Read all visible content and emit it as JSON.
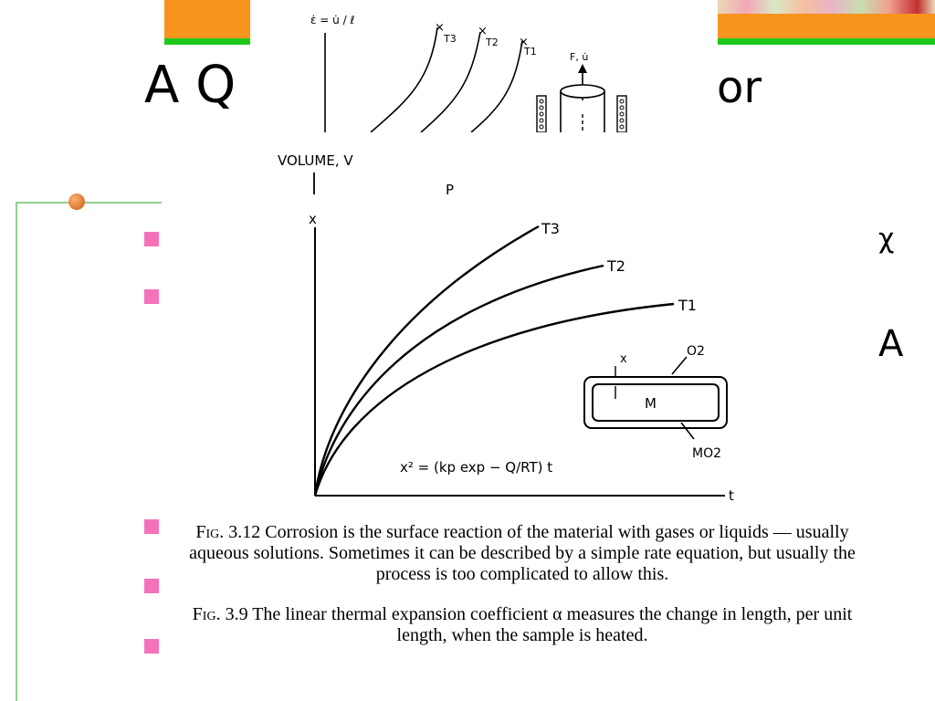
{
  "slide": {
    "title_left_fragment": "A Q",
    "title_right_fragment": "or",
    "text_fragment_chi": "χ",
    "text_fragment_a": "A"
  },
  "figure_top": {
    "strain_rate_label": "ε̇ = u̇ / ℓ",
    "curve_labels": [
      "T3",
      "T2",
      "T1"
    ],
    "force_label": "F, u̇"
  },
  "figure_main": {
    "volume_label": "VOLUME, V",
    "fragment_label": "P",
    "y_axis_label": "x",
    "x_axis_label": "t",
    "curve_labels": [
      "T3",
      "T2",
      "T1"
    ],
    "inset": {
      "thickness_label": "x",
      "oxygen_label": "O2",
      "metal_label": "M",
      "oxide_label": "MO2"
    },
    "equation": "x² = (kp exp − Q/RT) t"
  },
  "captions": {
    "fig_312": {
      "label": "Fig. 3.12",
      "text": "Corrosion is the surface reaction of the material with gases or liquids — usually aqueous solutions. Sometimes it can be described by a simple rate equation, but usually the process is too complicated to allow this."
    },
    "fig_39": {
      "label": "Fig. 3.9",
      "text": "The linear thermal expansion coefficient α measures the change in length, per unit length, when the sample is heated."
    }
  },
  "colors": {
    "accent_orange": "#f7941d",
    "accent_green": "#22c71d",
    "bullet_pink": "#f572b8",
    "frame_line": "#8fd18f"
  }
}
